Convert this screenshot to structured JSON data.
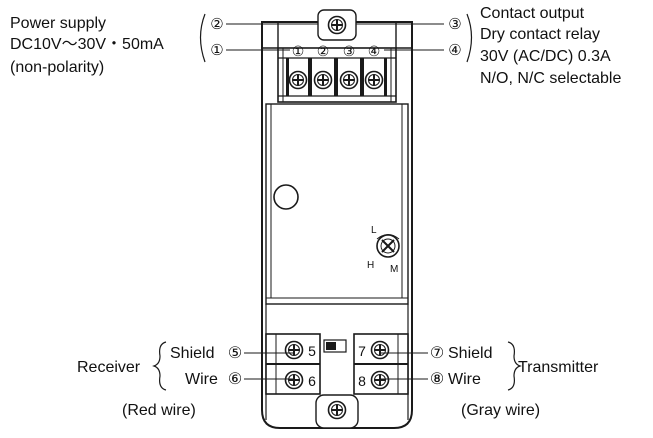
{
  "power": {
    "line1": "Power supply",
    "line2": "DC10V〜30V・50mA",
    "line3": "(non-polarity)",
    "terminal_top": "②",
    "terminal_bottom": "①"
  },
  "contact": {
    "line1": "Contact output",
    "line2": "Dry contact relay",
    "line3": "30V (AC/DC) 0.3A",
    "line4": "N/O, N/C selectable",
    "terminal_top": "③",
    "terminal_bottom": "④"
  },
  "top_block": {
    "labels": [
      "①",
      "②",
      "③",
      "④"
    ]
  },
  "dial": {
    "label_l": "L",
    "label_h": "H",
    "label_m": "M"
  },
  "receiver": {
    "title": "Receiver",
    "shield": "Shield",
    "wire": "Wire",
    "shield_num": "⑤",
    "wire_num": "⑥",
    "wire_color": "(Red wire)",
    "block_shield": "5",
    "block_wire": "6"
  },
  "transmitter": {
    "title": "Transmitter",
    "shield": "Shield",
    "wire": "Wire",
    "shield_num": "⑦",
    "wire_num": "⑧",
    "wire_color": "(Gray wire)",
    "block_shield": "7",
    "block_wire": "8"
  },
  "colors": {
    "line": "#1a1a1a",
    "background": "#ffffff"
  }
}
